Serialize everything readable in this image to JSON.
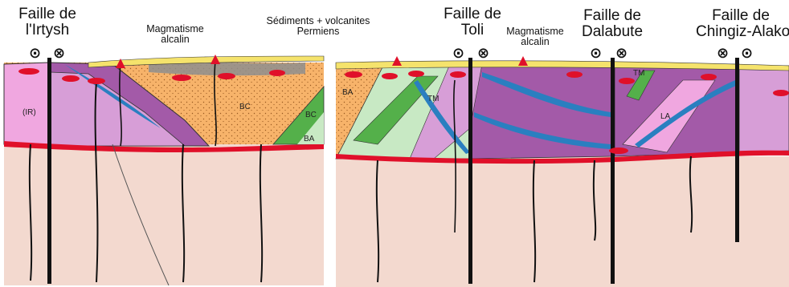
{
  "faults": [
    {
      "id": "irtysh",
      "line1": "Faille de",
      "line2": "l'Irtysh",
      "symbols": [
        "⊙",
        "⊗"
      ]
    },
    {
      "id": "toli",
      "line1": "Faille de",
      "line2": "Toli",
      "symbols": [
        "⊙",
        "⊗"
      ]
    },
    {
      "id": "dalabute",
      "line1": "Faille de",
      "line2": "Dalabute",
      "symbols": [
        "⊙",
        "⊗"
      ]
    },
    {
      "id": "chingiz",
      "line1": "Faille de",
      "line2": "Chingiz-Alakol",
      "symbols": [
        "⊗",
        "⊙"
      ]
    }
  ],
  "annotations": {
    "magmatisme_left_1": "Magmatisme",
    "magmatisme_left_2": "alcalin",
    "sediments_1": "Sédiments + volcanites",
    "sediments_2": "Permiens",
    "magmatisme_right_1": "Magmatisme",
    "magmatisme_right_2": "alcalin"
  },
  "units": {
    "ir": "(IR)",
    "bc": "BC",
    "bc2": "BC",
    "ba_left": "BA",
    "ba_right": "BA",
    "tm": "TM",
    "la": "LA",
    "tm2": "TM"
  },
  "colors": {
    "mantle": "#f3d9cf",
    "crust_orange": "#f7b36a",
    "purple": "#a35aa8",
    "light_purple": "#d79ed7",
    "pink": "#f0a7e0",
    "green": "#54b04a",
    "light_green": "#c8e9c4",
    "blue": "#2a7fc0",
    "red": "#e0102a",
    "yellow": "#f5e36c",
    "grey": "#9c9c9c"
  }
}
